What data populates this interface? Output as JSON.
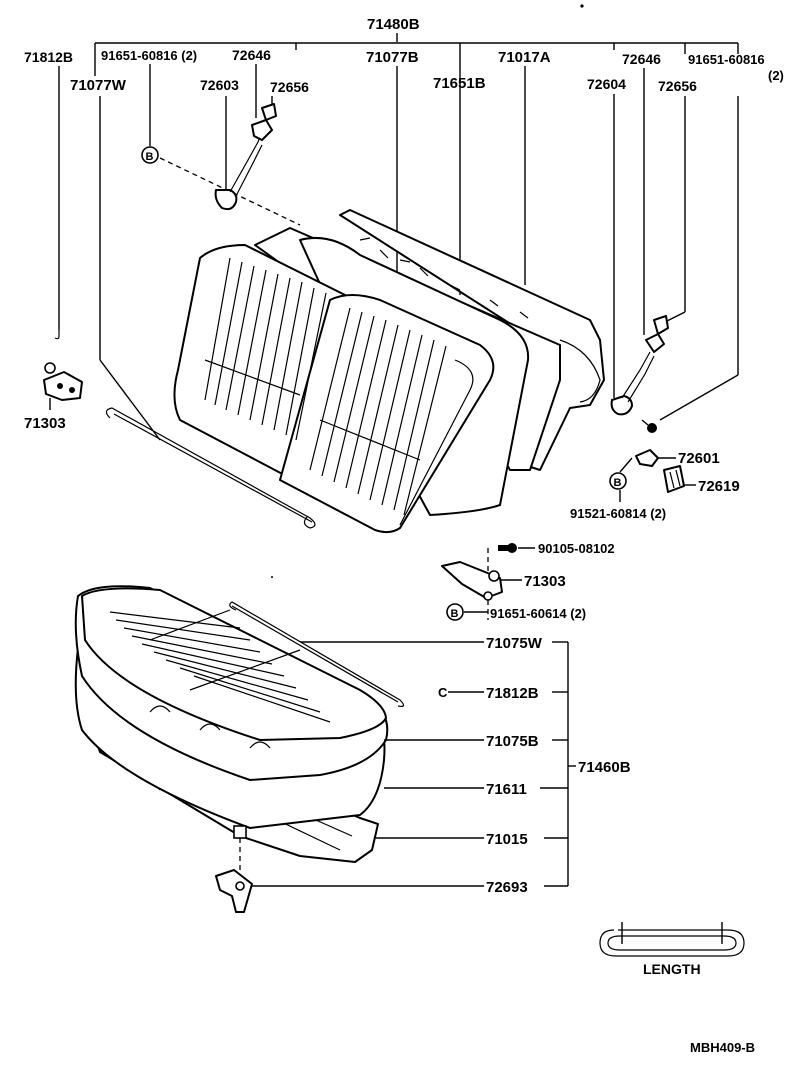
{
  "labels": {
    "assy_back": "71480B",
    "p71812b_top": "71812B",
    "p91651_60816_left": "91651-60816 (2)",
    "p72646_left": "72646",
    "p71077b": "71077B",
    "p71017a": "71017A",
    "p72646_right": "72646",
    "p91651_60816_right": "91651-60816",
    "p91651_60816_right_qty": "(2)",
    "p71077w": "71077W",
    "p72603": "72603",
    "p72656_left": "72656",
    "p71651b": "71651B",
    "p72604": "72604",
    "p72656_right": "72656",
    "p71303_left": "71303",
    "p72601": "72601",
    "p72619": "72619",
    "p91521_60814": "91521-60814 (2)",
    "p90105_08102": "90105-08102",
    "p71303_mid": "71303",
    "p91651_60614": "91651-60614 (2)",
    "p71075w": "71075W",
    "p71812b_bottom": "71812B",
    "p71075b": "71075B",
    "p71611": "71611",
    "p71015": "71015",
    "p72693": "72693",
    "assy_cushion": "71460B",
    "length": "LENGTH",
    "diagram_code": "MBH409-B",
    "marker_b": "B",
    "marker_c": "C"
  }
}
